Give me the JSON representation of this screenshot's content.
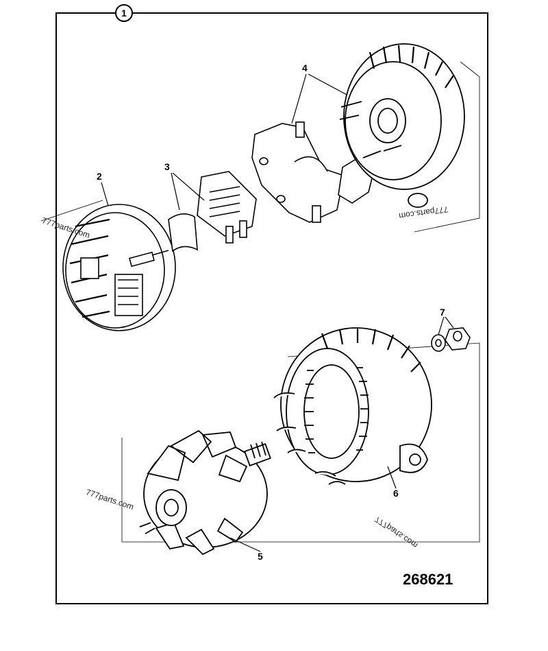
{
  "diagram": {
    "assembly_number": "1",
    "reference_number": "268621",
    "labels": {
      "p2": "2",
      "p3": "3",
      "p4": "4",
      "p5": "5",
      "p6": "6",
      "p7": "7"
    },
    "watermarks": [
      "777parts.com",
      "777parts.com",
      "777parts.com",
      "777parts.com"
    ]
  }
}
